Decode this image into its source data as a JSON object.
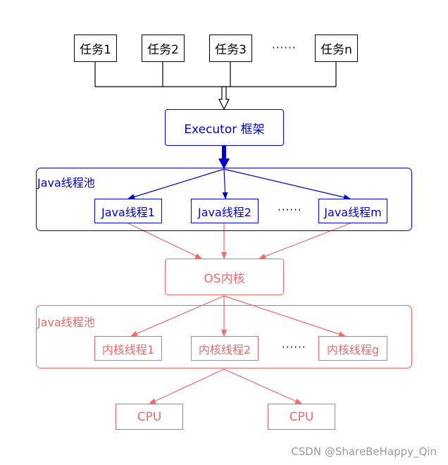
{
  "tasks": [
    "任务1",
    "任务2",
    "任务3",
    "任务n"
  ],
  "tasks_ellipsis": "······",
  "executor_label": "Executor 框架",
  "java_pool": {
    "title": "Java线程池",
    "threads": [
      "Java线程1",
      "Java线程2",
      "Java线程m"
    ],
    "ellipsis": "······"
  },
  "os_kernel_label": "OS内核",
  "kernel_pool": {
    "title": "Java线程池",
    "threads": [
      "内核线程1",
      "内核线程2",
      "内核线程g"
    ],
    "ellipsis": "······"
  },
  "cpus": [
    "CPU",
    "CPU"
  ],
  "watermark": "CSDN @ShareBeHappy_Qin",
  "colors": {
    "blue": "#0000cc",
    "red": "#f06a6a",
    "black": "#000000"
  }
}
